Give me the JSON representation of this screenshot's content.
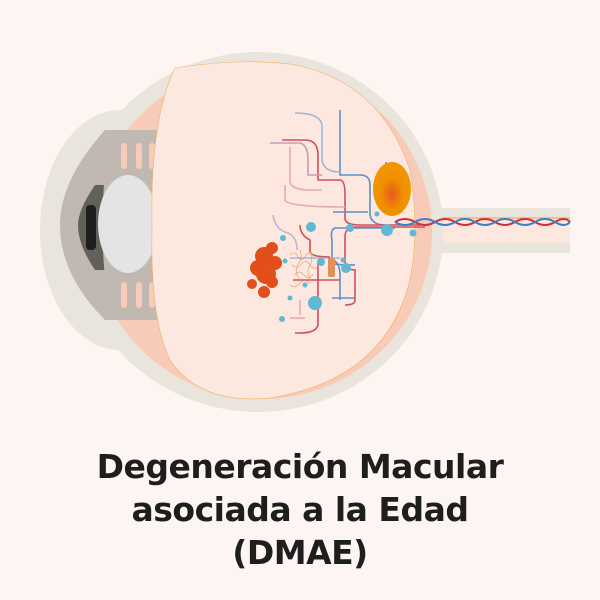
{
  "title": {
    "line1": "Degeneración Macular",
    "line2": "asociada a la Edad",
    "line3": "(DMAE)"
  },
  "colors": {
    "background": "#fdf5f2",
    "sclera": "#e9e5dd",
    "choroid": "#f8cbb9",
    "vitreous": "#fde8df",
    "artery": "#d0505a",
    "vein": "#5a90c8",
    "drusen": "#5fb8d4",
    "hemorrhage": "#e24f1c",
    "macula": "#f09000"
  }
}
